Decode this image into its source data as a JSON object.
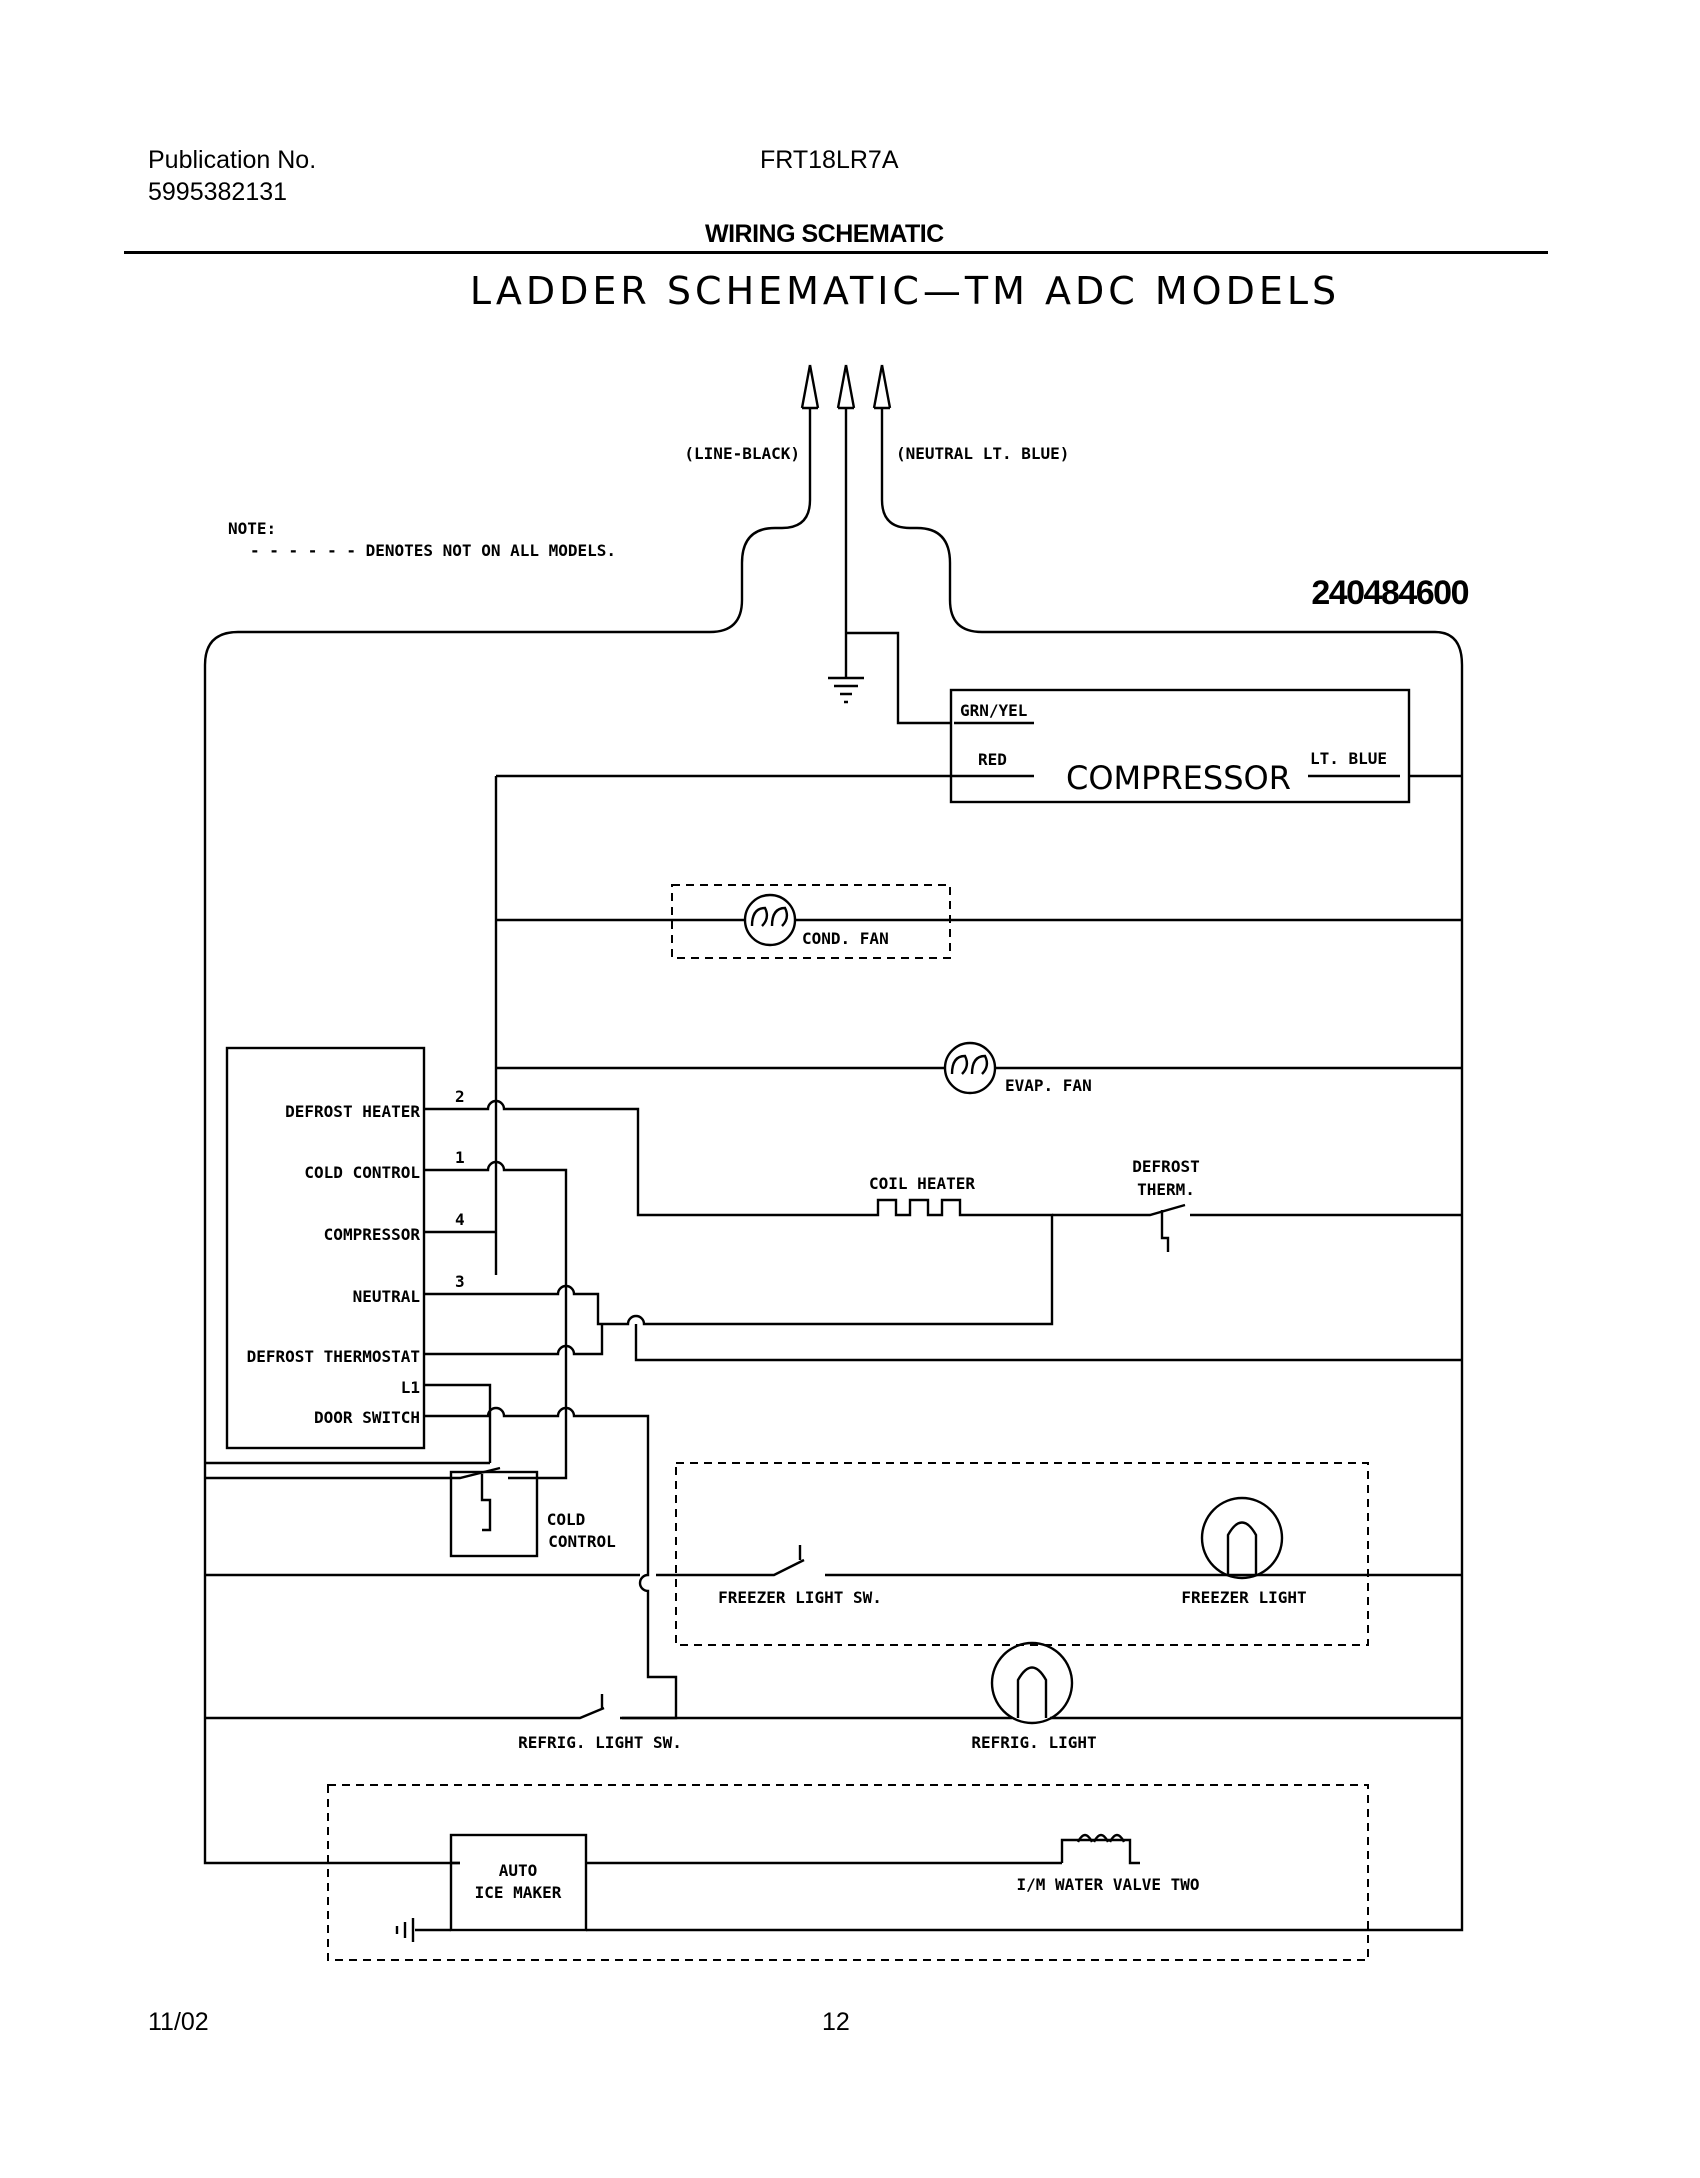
{
  "header": {
    "publication_label": "Publication No.",
    "publication_number": "5995382131",
    "model": "FRT18LR7A",
    "section": "WIRING SCHEMATIC"
  },
  "diagram": {
    "title": "LADDER SCHEMATIC—TM ADC MODELS",
    "part_number": "240484600",
    "note_label": "NOTE:",
    "note_text": "- - - - - - DENOTES NOT ON ALL MODELS.",
    "line_label": "(LINE-BLACK)",
    "neutral_label": "(NEUTRAL LT. BLUE)",
    "compressor": {
      "name": "COMPRESSOR",
      "grn_yel": "GRN/YEL",
      "red": "RED",
      "lt_blue": "LT. BLUE"
    },
    "cond_fan": "COND. FAN",
    "evap_fan": "EVAP. FAN",
    "timer": {
      "defrost_heater": "DEFROST HEATER",
      "cold_control": "COLD CONTROL",
      "compressor": "COMPRESSOR",
      "neutral": "NEUTRAL",
      "defrost_thermostat": "DEFROST THERMOSTAT",
      "l1": "L1",
      "door_switch": "DOOR SWITCH"
    },
    "pins": {
      "p2": "2",
      "p1": "1",
      "p4": "4",
      "p3": "3"
    },
    "coil_heater": "COIL HEATER",
    "defrost_therm_1": "DEFROST",
    "defrost_therm_2": "THERM.",
    "cold_control_1": "COLD",
    "cold_control_2": "CONTROL",
    "freezer_light_sw": "FREEZER LIGHT SW.",
    "freezer_light": "FREEZER LIGHT",
    "refrig_light_sw": "REFRIG. LIGHT SW.",
    "refrig_light": "REFRIG. LIGHT",
    "ice_maker_1": "AUTO",
    "ice_maker_2": "ICE MAKER",
    "water_valve": "I/M WATER VALVE TWO"
  },
  "footer": {
    "date": "11/02",
    "page": "12"
  }
}
